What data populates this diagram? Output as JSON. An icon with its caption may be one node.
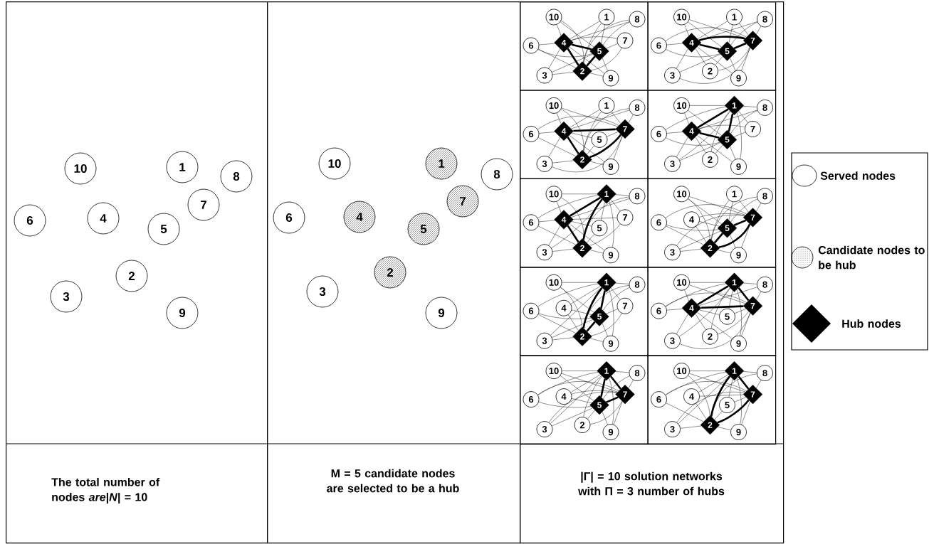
{
  "diagram": {
    "nodes": [
      {
        "text": [
          "The total number of nodes *are*|*N*| = 10"
        ]
      },
      {
        "text": [
          "M = 5 candidate nodes are selected to be a hub"
        ]
      },
      {
        "text": [
          "|Γ| = 10 solution networks with Π = 3 number of hubs"
        ]
      },
      {
        "text": [
          "1"
        ],
        "in": 0
      },
      {
        "text": [
          "2"
        ],
        "in": 0
      },
      {
        "text": [
          "3"
        ],
        "in": 0
      },
      {
        "text": [
          "4"
        ],
        "in": 0
      },
      {
        "text": [
          "5"
        ],
        "in": 0
      },
      {
        "text": [
          "6"
        ],
        "in": 0
      },
      {
        "text": [
          "7"
        ],
        "in": 0
      },
      {
        "text": [
          "8"
        ],
        "in": 0
      },
      {
        "text": [
          "9"
        ],
        "in": 0
      },
      {
        "text": [
          "10"
        ],
        "in": 0
      },
      {
        "text": [
          "1"
        ],
        "in": 1
      },
      {
        "text": [
          "2"
        ],
        "in": 1
      },
      {
        "text": [
          "3"
        ],
        "in": 1
      },
      {
        "text": [
          "4"
        ],
        "in": 1
      },
      {
        "text": [
          "5"
        ],
        "in": 1
      },
      {
        "text": [
          "6"
        ],
        "in": 1
      },
      {
        "text": [
          "7"
        ],
        "in": 1
      },
      {
        "text": [
          "8"
        ],
        "in": 1
      },
      {
        "text": [
          "9"
        ],
        "in": 1
      },
      {
        "text": [
          "10"
        ],
        "in": 1
      },
      {
        "text": [],
        "shape": "box",
        "in": 2
      },
      {
        "text": [],
        "shape": "box",
        "in": 2
      },
      {
        "text": [],
        "shape": "box",
        "in": 2
      },
      {
        "text": [],
        "shape": "box",
        "in": 2
      },
      {
        "text": [],
        "shape": "box",
        "in": 2
      },
      {
        "text": [],
        "shape": "box",
        "in": 2
      },
      {
        "text": [],
        "shape": "box",
        "in": 2
      },
      {
        "text": [],
        "shape": "box",
        "in": 2
      },
      {
        "text": [],
        "shape": "box",
        "in": 2
      },
      {
        "text": [],
        "shape": "box",
        "in": 2
      },
      {
        "text": [
          "1"
        ],
        "in": 23
      },
      {
        "text": [
          "2"
        ],
        "in": 23
      },
      {
        "text": [
          "3"
        ],
        "in": 23
      },
      {
        "text": [
          "4"
        ],
        "in": 23
      },
      {
        "text": [
          "5"
        ],
        "in": 23
      },
      {
        "text": [
          "6"
        ],
        "in": 23
      },
      {
        "text": [
          "7"
        ],
        "in": 23
      },
      {
        "text": [
          "8"
        ],
        "in": 23
      },
      {
        "text": [
          "9"
        ],
        "in": 23
      },
      {
        "text": [
          "10"
        ],
        "in": 23
      },
      {
        "text": [
          "1"
        ],
        "in": 24
      },
      {
        "text": [
          "2"
        ],
        "in": 24
      },
      {
        "text": [
          "3"
        ],
        "in": 24
      },
      {
        "text": [
          "4"
        ],
        "in": 24
      },
      {
        "text": [
          "5"
        ],
        "in": 24
      },
      {
        "text": [
          "6"
        ],
        "in": 24
      },
      {
        "text": [
          "7"
        ],
        "in": 24
      },
      {
        "text": [
          "8"
        ],
        "in": 24
      },
      {
        "text": [
          "9"
        ],
        "in": 24
      },
      {
        "text": [
          "10"
        ],
        "in": 24
      },
      {
        "text": [
          "1"
        ],
        "in": 25
      },
      {
        "text": [
          "2"
        ],
        "in": 25
      },
      {
        "text": [
          "3"
        ],
        "in": 25
      },
      {
        "text": [
          "4"
        ],
        "in": 25
      },
      {
        "text": [
          "5"
        ],
        "in": 25
      },
      {
        "text": [
          "6"
        ],
        "in": 25
      },
      {
        "text": [
          "7"
        ],
        "in": 25
      },
      {
        "text": [
          "8"
        ],
        "in": 25
      },
      {
        "text": [
          "9"
        ],
        "in": 25
      },
      {
        "text": [
          "10"
        ],
        "in": 25
      },
      {
        "text": [
          "1"
        ],
        "in": 26
      },
      {
        "text": [
          "2"
        ],
        "in": 26
      },
      {
        "text": [
          "3"
        ],
        "in": 26
      },
      {
        "text": [
          "4"
        ],
        "in": 26
      },
      {
        "text": [
          "5"
        ],
        "in": 26
      },
      {
        "text": [
          "6"
        ],
        "in": 26
      },
      {
        "text": [
          "7"
        ],
        "in": 26
      },
      {
        "text": [
          "8"
        ],
        "in": 26
      },
      {
        "text": [
          "9"
        ],
        "in": 26
      },
      {
        "text": [
          "10"
        ],
        "in": 26
      },
      {
        "text": [
          "1"
        ],
        "in": 27
      },
      {
        "text": [
          "2"
        ],
        "in": 27
      },
      {
        "text": [
          "3"
        ],
        "in": 27
      },
      {
        "text": [
          "4"
        ],
        "in": 27
      },
      {
        "text": [
          "5"
        ],
        "in": 27
      },
      {
        "text": [
          "6"
        ],
        "in": 27
      },
      {
        "text": [
          "7"
        ],
        "in": 27
      },
      {
        "text": [
          "8"
        ],
        "in": 27
      },
      {
        "text": [
          "9"
        ],
        "in": 27
      },
      {
        "text": [
          "10"
        ],
        "in": 27
      },
      {
        "text": [
          "1"
        ],
        "in": 28
      },
      {
        "text": [
          "2"
        ],
        "in": 28
      },
      {
        "text": [
          "3"
        ],
        "in": 28
      },
      {
        "text": [
          "4"
        ],
        "in": 28
      },
      {
        "text": [
          "5"
        ],
        "in": 28
      },
      {
        "text": [
          "6"
        ],
        "in": 28
      },
      {
        "text": [
          "7"
        ],
        "in": 28
      },
      {
        "text": [
          "8"
        ],
        "in": 28
      },
      {
        "text": [
          "9"
        ],
        "in": 28
      },
      {
        "text": [
          "10"
        ],
        "in": 28
      },
      {
        "text": [
          "1"
        ],
        "in": 29
      },
      {
        "text": [
          "2"
        ],
        "in": 29
      },
      {
        "text": [
          "3"
        ],
        "in": 29
      },
      {
        "text": [
          "4"
        ],
        "in": 29
      },
      {
        "text": [
          "5"
        ],
        "in": 29
      },
      {
        "text": [
          "6"
        ],
        "in": 29
      },
      {
        "text": [
          "7"
        ],
        "in": 29
      },
      {
        "text": [
          "8"
        ],
        "in": 29
      },
      {
        "text": [
          "9"
        ],
        "in": 29
      },
      {
        "text": [
          "10"
        ],
        "in": 29
      },
      {
        "text": [
          "1"
        ],
        "in": 30
      },
      {
        "text": [
          "2"
        ],
        "in": 30
      },
      {
        "text": [
          "3"
        ],
        "in": 30
      },
      {
        "text": [
          "4"
        ],
        "in": 30
      },
      {
        "text": [
          "5"
        ],
        "in": 30
      },
      {
        "text": [
          "6"
        ],
        "in": 30
      },
      {
        "text": [
          "7"
        ],
        "in": 30
      },
      {
        "text": [
          "8"
        ],
        "in": 30
      },
      {
        "text": [
          "9"
        ],
        "in": 30
      },
      {
        "text": [
          "10"
        ],
        "in": 30
      },
      {
        "text": [
          "1"
        ],
        "in": 31
      },
      {
        "text": [
          "2"
        ],
        "in": 31
      },
      {
        "text": [
          "3"
        ],
        "in": 31
      },
      {
        "text": [
          "4"
        ],
        "in": 31
      },
      {
        "text": [
          "5"
        ],
        "in": 31
      },
      {
        "text": [
          "6"
        ],
        "in": 31
      },
      {
        "text": [
          "7"
        ],
        "in": 31
      },
      {
        "text": [
          "8"
        ],
        "in": 31
      },
      {
        "text": [
          "9"
        ],
        "in": 31
      },
      {
        "text": [
          "10"
        ],
        "in": 31
      },
      {
        "text": [
          "1"
        ],
        "in": 32
      },
      {
        "text": [
          "2"
        ],
        "in": 32
      },
      {
        "text": [
          "3"
        ],
        "in": 32
      },
      {
        "text": [
          "4"
        ],
        "in": 32
      },
      {
        "text": [
          "5"
        ],
        "in": 32
      },
      {
        "text": [
          "6"
        ],
        "in": 32
      },
      {
        "text": [
          "7"
        ],
        "in": 32
      },
      {
        "text": [
          "8"
        ],
        "in": 32
      },
      {
        "text": [
          "9"
        ],
        "in": 32
      },
      {
        "text": [
          "10"
        ],
        "in": 32
      }
    ],
    "edges": [
      {
        "from": 36,
        "to": 37,
        "arrow": "none",
        "style": "thick"
      },
      {
        "from": 37,
        "to": 34,
        "arrow": "none",
        "style": "thick"
      },
      {
        "from": 36,
        "to": 34,
        "arrow": "none",
        "style": "thick"
      },
      {
        "from": 33,
        "to": 36,
        "arrow": "none"
      },
      {
        "from": 33,
        "to": 37,
        "arrow": "none"
      },
      {
        "from": 33,
        "to": 34,
        "arrow": "none"
      },
      {
        "from": 35,
        "to": 36,
        "arrow": "none"
      },
      {
        "from": 35,
        "to": 37,
        "arrow": "none"
      },
      {
        "from": 35,
        "to": 34,
        "arrow": "none"
      },
      {
        "from": 38,
        "to": 36,
        "arrow": "none"
      },
      {
        "from": 38,
        "to": 37,
        "arrow": "none"
      },
      {
        "from": 38,
        "to": 34,
        "arrow": "none"
      },
      {
        "from": 39,
        "to": 36,
        "arrow": "none"
      },
      {
        "from": 39,
        "to": 37,
        "arrow": "none"
      },
      {
        "from": 39,
        "to": 34,
        "arrow": "none"
      },
      {
        "from": 40,
        "to": 36,
        "arrow": "none"
      },
      {
        "from": 40,
        "to": 37,
        "arrow": "none"
      },
      {
        "from": 40,
        "to": 34,
        "arrow": "none"
      },
      {
        "from": 41,
        "to": 36,
        "arrow": "none"
      },
      {
        "from": 41,
        "to": 37,
        "arrow": "none"
      },
      {
        "from": 41,
        "to": 34,
        "arrow": "none"
      },
      {
        "from": 42,
        "to": 36,
        "arrow": "none"
      },
      {
        "from": 42,
        "to": 37,
        "arrow": "none"
      },
      {
        "from": 42,
        "to": 34,
        "arrow": "none"
      },
      {
        "from": 46,
        "to": 47,
        "arrow": "none",
        "style": "thick"
      },
      {
        "from": 47,
        "to": 49,
        "arrow": "none",
        "style": "thick"
      },
      {
        "from": 46,
        "to": 49,
        "arrow": "none",
        "style": "thick"
      },
      {
        "from": 43,
        "to": 46,
        "arrow": "none"
      },
      {
        "from": 43,
        "to": 47,
        "arrow": "none"
      },
      {
        "from": 43,
        "to": 49,
        "arrow": "none"
      },
      {
        "from": 44,
        "to": 46,
        "arrow": "none"
      },
      {
        "from": 44,
        "to": 47,
        "arrow": "none"
      },
      {
        "from": 44,
        "to": 49,
        "arrow": "none"
      },
      {
        "from": 45,
        "to": 46,
        "arrow": "none"
      },
      {
        "from": 45,
        "to": 47,
        "arrow": "none"
      },
      {
        "from": 45,
        "to": 49,
        "arrow": "none"
      },
      {
        "from": 48,
        "to": 46,
        "arrow": "none"
      },
      {
        "from": 48,
        "to": 47,
        "arrow": "none"
      },
      {
        "from": 48,
        "to": 49,
        "arrow": "none"
      },
      {
        "from": 50,
        "to": 46,
        "arrow": "none"
      },
      {
        "from": 50,
        "to": 47,
        "arrow": "none"
      },
      {
        "from": 50,
        "to": 49,
        "arrow": "none"
      },
      {
        "from": 51,
        "to": 46,
        "arrow": "none"
      },
      {
        "from": 51,
        "to": 47,
        "arrow": "none"
      },
      {
        "from": 51,
        "to": 49,
        "arrow": "none"
      },
      {
        "from": 52,
        "to": 46,
        "arrow": "none"
      },
      {
        "from": 52,
        "to": 47,
        "arrow": "none"
      },
      {
        "from": 52,
        "to": 49,
        "arrow": "none"
      },
      {
        "from": 56,
        "to": 59,
        "arrow": "none",
        "style": "thick"
      },
      {
        "from": 59,
        "to": 54,
        "arrow": "none",
        "style": "thick"
      },
      {
        "from": 56,
        "to": 54,
        "arrow": "none",
        "style": "thick"
      },
      {
        "from": 53,
        "to": 56,
        "arrow": "none"
      },
      {
        "from": 53,
        "to": 59,
        "arrow": "none"
      },
      {
        "from": 53,
        "to": 54,
        "arrow": "none"
      },
      {
        "from": 55,
        "to": 56,
        "arrow": "none"
      },
      {
        "from": 55,
        "to": 59,
        "arrow": "none"
      },
      {
        "from": 55,
        "to": 54,
        "arrow": "none"
      },
      {
        "from": 57,
        "to": 56,
        "arrow": "none"
      },
      {
        "from": 57,
        "to": 59,
        "arrow": "none"
      },
      {
        "from": 57,
        "to": 54,
        "arrow": "none"
      },
      {
        "from": 58,
        "to": 56,
        "arrow": "none"
      },
      {
        "from": 58,
        "to": 59,
        "arrow": "none"
      },
      {
        "from": 58,
        "to": 54,
        "arrow": "none"
      },
      {
        "from": 60,
        "to": 56,
        "arrow": "none"
      },
      {
        "from": 60,
        "to": 59,
        "arrow": "none"
      },
      {
        "from": 60,
        "to": 54,
        "arrow": "none"
      },
      {
        "from": 61,
        "to": 56,
        "arrow": "none"
      },
      {
        "from": 61,
        "to": 59,
        "arrow": "none"
      },
      {
        "from": 61,
        "to": 54,
        "arrow": "none"
      },
      {
        "from": 62,
        "to": 56,
        "arrow": "none"
      },
      {
        "from": 62,
        "to": 59,
        "arrow": "none"
      },
      {
        "from": 62,
        "to": 54,
        "arrow": "none"
      },
      {
        "from": 63,
        "to": 66,
        "arrow": "none",
        "style": "thick"
      },
      {
        "from": 66,
        "to": 67,
        "arrow": "none",
        "style": "thick"
      },
      {
        "from": 63,
        "to": 67,
        "arrow": "none",
        "style": "thick"
      },
      {
        "from": 64,
        "to": 63,
        "arrow": "none"
      },
      {
        "from": 64,
        "to": 66,
        "arrow": "none"
      },
      {
        "from": 64,
        "to": 67,
        "arrow": "none"
      },
      {
        "from": 65,
        "to": 63,
        "arrow": "none"
      },
      {
        "from": 65,
        "to": 66,
        "arrow": "none"
      },
      {
        "from": 65,
        "to": 67,
        "arrow": "none"
      },
      {
        "from": 68,
        "to": 63,
        "arrow": "none"
      },
      {
        "from": 68,
        "to": 66,
        "arrow": "none"
      },
      {
        "from": 68,
        "to": 67,
        "arrow": "none"
      },
      {
        "from": 69,
        "to": 63,
        "arrow": "none"
      },
      {
        "from": 69,
        "to": 66,
        "arrow": "none"
      },
      {
        "from": 69,
        "to": 67,
        "arrow": "none"
      },
      {
        "from": 70,
        "to": 63,
        "arrow": "none"
      },
      {
        "from": 70,
        "to": 66,
        "arrow": "none"
      },
      {
        "from": 70,
        "to": 67,
        "arrow": "none"
      },
      {
        "from": 71,
        "to": 63,
        "arrow": "none"
      },
      {
        "from": 71,
        "to": 66,
        "arrow": "none"
      },
      {
        "from": 71,
        "to": 67,
        "arrow": "none"
      },
      {
        "from": 72,
        "to": 63,
        "arrow": "none"
      },
      {
        "from": 72,
        "to": 66,
        "arrow": "none"
      },
      {
        "from": 72,
        "to": 67,
        "arrow": "none"
      },
      {
        "from": 73,
        "to": 76,
        "arrow": "none",
        "style": "thick"
      },
      {
        "from": 76,
        "to": 74,
        "arrow": "none",
        "style": "thick"
      },
      {
        "from": 73,
        "to": 74,
        "arrow": "none",
        "style": "thick"
      },
      {
        "from": 75,
        "to": 73,
        "arrow": "none"
      },
      {
        "from": 75,
        "to": 76,
        "arrow": "none"
      },
      {
        "from": 75,
        "to": 74,
        "arrow": "none"
      },
      {
        "from": 77,
        "to": 73,
        "arrow": "none"
      },
      {
        "from": 77,
        "to": 76,
        "arrow": "none"
      },
      {
        "from": 77,
        "to": 74,
        "arrow": "none"
      },
      {
        "from": 78,
        "to": 73,
        "arrow": "none"
      },
      {
        "from": 78,
        "to": 76,
        "arrow": "none"
      },
      {
        "from": 78,
        "to": 74,
        "arrow": "none"
      },
      {
        "from": 79,
        "to": 73,
        "arrow": "none"
      },
      {
        "from": 79,
        "to": 76,
        "arrow": "none"
      },
      {
        "from": 79,
        "to": 74,
        "arrow": "none"
      },
      {
        "from": 80,
        "to": 73,
        "arrow": "none"
      },
      {
        "from": 80,
        "to": 76,
        "arrow": "none"
      },
      {
        "from": 80,
        "to": 74,
        "arrow": "none"
      },
      {
        "from": 81,
        "to": 73,
        "arrow": "none"
      },
      {
        "from": 81,
        "to": 76,
        "arrow": "none"
      },
      {
        "from": 81,
        "to": 74,
        "arrow": "none"
      },
      {
        "from": 82,
        "to": 73,
        "arrow": "none"
      },
      {
        "from": 82,
        "to": 76,
        "arrow": "none"
      },
      {
        "from": 82,
        "to": 74,
        "arrow": "none"
      },
      {
        "from": 87,
        "to": 89,
        "arrow": "none",
        "style": "thick"
      },
      {
        "from": 87,
        "to": 84,
        "arrow": "none",
        "style": "thick"
      },
      {
        "from": 89,
        "to": 84,
        "arrow": "none",
        "style": "thick"
      },
      {
        "from": 83,
        "to": 87,
        "arrow": "none"
      },
      {
        "from": 83,
        "to": 89,
        "arrow": "none"
      },
      {
        "from": 83,
        "to": 84,
        "arrow": "none"
      },
      {
        "from": 85,
        "to": 87,
        "arrow": "none"
      },
      {
        "from": 85,
        "to": 89,
        "arrow": "none"
      },
      {
        "from": 85,
        "to": 84,
        "arrow": "none"
      },
      {
        "from": 86,
        "to": 87,
        "arrow": "none"
      },
      {
        "from": 86,
        "to": 89,
        "arrow": "none"
      },
      {
        "from": 86,
        "to": 84,
        "arrow": "none"
      },
      {
        "from": 88,
        "to": 87,
        "arrow": "none"
      },
      {
        "from": 88,
        "to": 89,
        "arrow": "none"
      },
      {
        "from": 88,
        "to": 84,
        "arrow": "none"
      },
      {
        "from": 90,
        "to": 87,
        "arrow": "none"
      },
      {
        "from": 90,
        "to": 89,
        "arrow": "none"
      },
      {
        "from": 90,
        "to": 84,
        "arrow": "none"
      },
      {
        "from": 91,
        "to": 87,
        "arrow": "none"
      },
      {
        "from": 91,
        "to": 89,
        "arrow": "none"
      },
      {
        "from": 91,
        "to": 84,
        "arrow": "none"
      },
      {
        "from": 92,
        "to": 87,
        "arrow": "none"
      },
      {
        "from": 92,
        "to": 89,
        "arrow": "none"
      },
      {
        "from": 92,
        "to": 84,
        "arrow": "none"
      },
      {
        "from": 93,
        "to": 97,
        "arrow": "none",
        "style": "thick"
      },
      {
        "from": 97,
        "to": 94,
        "arrow": "none",
        "style": "thick"
      },
      {
        "from": 93,
        "to": 94,
        "arrow": "none",
        "style": "thick"
      },
      {
        "from": 95,
        "to": 93,
        "arrow": "none"
      },
      {
        "from": 95,
        "to": 97,
        "arrow": "none"
      },
      {
        "from": 95,
        "to": 94,
        "arrow": "none"
      },
      {
        "from": 96,
        "to": 93,
        "arrow": "none"
      },
      {
        "from": 96,
        "to": 97,
        "arrow": "none"
      },
      {
        "from": 96,
        "to": 94,
        "arrow": "none"
      },
      {
        "from": 98,
        "to": 93,
        "arrow": "none"
      },
      {
        "from": 98,
        "to": 97,
        "arrow": "none"
      },
      {
        "from": 98,
        "to": 94,
        "arrow": "none"
      },
      {
        "from": 99,
        "to": 93,
        "arrow": "none"
      },
      {
        "from": 99,
        "to": 97,
        "arrow": "none"
      },
      {
        "from": 99,
        "to": 94,
        "arrow": "none"
      },
      {
        "from": 100,
        "to": 93,
        "arrow": "none"
      },
      {
        "from": 100,
        "to": 97,
        "arrow": "none"
      },
      {
        "from": 100,
        "to": 94,
        "arrow": "none"
      },
      {
        "from": 101,
        "to": 93,
        "arrow": "none"
      },
      {
        "from": 101,
        "to": 97,
        "arrow": "none"
      },
      {
        "from": 101,
        "to": 94,
        "arrow": "none"
      },
      {
        "from": 102,
        "to": 93,
        "arrow": "none"
      },
      {
        "from": 102,
        "to": 97,
        "arrow": "none"
      },
      {
        "from": 102,
        "to": 94,
        "arrow": "none"
      },
      {
        "from": 103,
        "to": 106,
        "arrow": "none",
        "style": "thick"
      },
      {
        "from": 106,
        "to": 109,
        "arrow": "none",
        "style": "thick"
      },
      {
        "from": 103,
        "to": 109,
        "arrow": "none",
        "style": "thick"
      },
      {
        "from": 104,
        "to": 103,
        "arrow": "none"
      },
      {
        "from": 104,
        "to": 106,
        "arrow": "none"
      },
      {
        "from": 104,
        "to": 109,
        "arrow": "none"
      },
      {
        "from": 105,
        "to": 103,
        "arrow": "none"
      },
      {
        "from": 105,
        "to": 106,
        "arrow": "none"
      },
      {
        "from": 105,
        "to": 109,
        "arrow": "none"
      },
      {
        "from": 107,
        "to": 103,
        "arrow": "none"
      },
      {
        "from": 107,
        "to": 106,
        "arrow": "none"
      },
      {
        "from": 107,
        "to": 109,
        "arrow": "none"
      },
      {
        "from": 108,
        "to": 103,
        "arrow": "none"
      },
      {
        "from": 108,
        "to": 106,
        "arrow": "none"
      },
      {
        "from": 108,
        "to": 109,
        "arrow": "none"
      },
      {
        "from": 110,
        "to": 103,
        "arrow": "none"
      },
      {
        "from": 110,
        "to": 106,
        "arrow": "none"
      },
      {
        "from": 110,
        "to": 109,
        "arrow": "none"
      },
      {
        "from": 111,
        "to": 103,
        "arrow": "none"
      },
      {
        "from": 111,
        "to": 106,
        "arrow": "none"
      },
      {
        "from": 111,
        "to": 109,
        "arrow": "none"
      },
      {
        "from": 112,
        "to": 103,
        "arrow": "none"
      },
      {
        "from": 112,
        "to": 106,
        "arrow": "none"
      },
      {
        "from": 112,
        "to": 109,
        "arrow": "none"
      },
      {
        "from": 113,
        "to": 117,
        "arrow": "none",
        "style": "thick"
      },
      {
        "from": 117,
        "to": 119,
        "arrow": "none",
        "style": "thick"
      },
      {
        "from": 113,
        "to": 119,
        "arrow": "none",
        "style": "thick"
      },
      {
        "from": 114,
        "to": 113,
        "arrow": "none"
      },
      {
        "from": 114,
        "to": 117,
        "arrow": "none"
      },
      {
        "from": 114,
        "to": 119,
        "arrow": "none"
      },
      {
        "from": 115,
        "to": 113,
        "arrow": "none"
      },
      {
        "from": 115,
        "to": 117,
        "arrow": "none"
      },
      {
        "from": 115,
        "to": 119,
        "arrow": "none"
      },
      {
        "from": 116,
        "to": 113,
        "arrow": "none"
      },
      {
        "from": 116,
        "to": 117,
        "arrow": "none"
      },
      {
        "from": 116,
        "to": 119,
        "arrow": "none"
      },
      {
        "from": 118,
        "to": 113,
        "arrow": "none"
      },
      {
        "from": 118,
        "to": 117,
        "arrow": "none"
      },
      {
        "from": 118,
        "to": 119,
        "arrow": "none"
      },
      {
        "from": 120,
        "to": 113,
        "arrow": "none"
      },
      {
        "from": 120,
        "to": 117,
        "arrow": "none"
      },
      {
        "from": 120,
        "to": 119,
        "arrow": "none"
      },
      {
        "from": 121,
        "to": 113,
        "arrow": "none"
      },
      {
        "from": 121,
        "to": 117,
        "arrow": "none"
      },
      {
        "from": 121,
        "to": 119,
        "arrow": "none"
      },
      {
        "from": 122,
        "to": 113,
        "arrow": "none"
      },
      {
        "from": 122,
        "to": 117,
        "arrow": "none"
      },
      {
        "from": 122,
        "to": 119,
        "arrow": "none"
      },
      {
        "from": 123,
        "to": 129,
        "arrow": "none",
        "style": "thick"
      },
      {
        "from": 129,
        "to": 124,
        "arrow": "none",
        "style": "thick"
      },
      {
        "from": 123,
        "to": 124,
        "arrow": "none",
        "style": "thick"
      },
      {
        "from": 125,
        "to": 123,
        "arrow": "none"
      },
      {
        "from": 125,
        "to": 129,
        "arrow": "none"
      },
      {
        "from": 125,
        "to": 124,
        "arrow": "none"
      },
      {
        "from": 126,
        "to": 123,
        "arrow": "none"
      },
      {
        "from": 126,
        "to": 129,
        "arrow": "none"
      },
      {
        "from": 126,
        "to": 124,
        "arrow": "none"
      },
      {
        "from": 127,
        "to": 123,
        "arrow": "none"
      },
      {
        "from": 127,
        "to": 129,
        "arrow": "none"
      },
      {
        "from": 127,
        "to": 124,
        "arrow": "none"
      },
      {
        "from": 128,
        "to": 123,
        "arrow": "none"
      },
      {
        "from": 128,
        "to": 129,
        "arrow": "none"
      },
      {
        "from": 128,
        "to": 124,
        "arrow": "none"
      },
      {
        "from": 130,
        "to": 123,
        "arrow": "none"
      },
      {
        "from": 130,
        "to": 129,
        "arrow": "none"
      },
      {
        "from": 130,
        "to": 124,
        "arrow": "none"
      },
      {
        "from": 131,
        "to": 123,
        "arrow": "none"
      },
      {
        "from": 131,
        "to": 129,
        "arrow": "none"
      },
      {
        "from": 131,
        "to": 124,
        "arrow": "none"
      },
      {
        "from": 132,
        "to": 123,
        "arrow": "none"
      },
      {
        "from": 132,
        "to": 129,
        "arrow": "none"
      },
      {
        "from": 132,
        "to": 124,
        "arrow": "none"
      }
    ],
    "legend": [
      {
        "text": "Served nodes"
      },
      {
        "text": "Candidate nodes to be hub"
      },
      {
        "text": "Hub nodes"
      }
    ]
  }
}
